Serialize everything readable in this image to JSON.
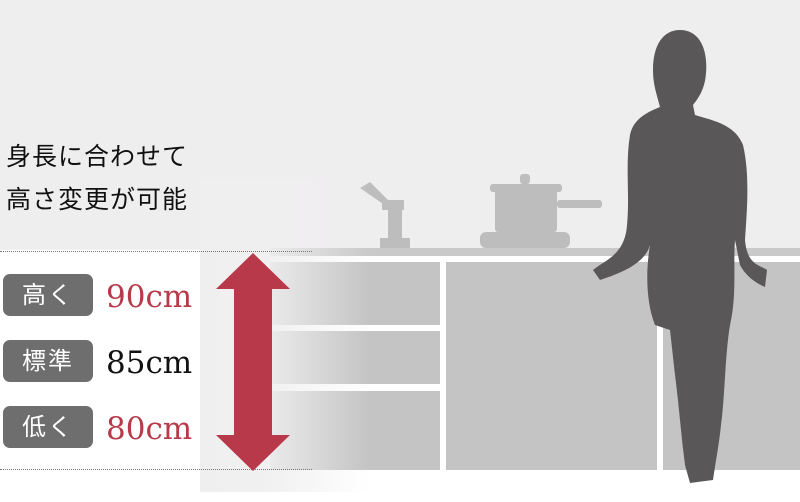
{
  "heading": {
    "line1": "身長に合わせて",
    "line2": "高さ変更が可能"
  },
  "options": [
    {
      "label": "高く",
      "value": "90cm",
      "color": "#b8394a"
    },
    {
      "label": "標準",
      "value": "85cm",
      "color": "#111111"
    },
    {
      "label": "低く",
      "value": "80cm",
      "color": "#b8394a"
    }
  ],
  "colors": {
    "accent": "#b8394a",
    "badge": "#6e6e6e",
    "cabinet": "#c4c4c4",
    "silhouette": "#595758"
  },
  "icons": {
    "arrow": "double-vertical-arrow-icon",
    "person": "person-silhouette-icon",
    "faucet": "faucet-icon",
    "pot": "pot-icon"
  }
}
